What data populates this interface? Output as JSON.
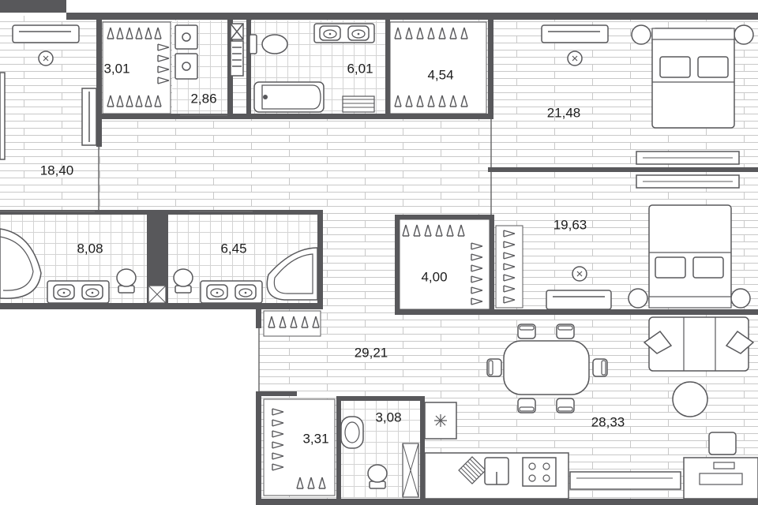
{
  "plan": {
    "rooms": [
      {
        "id": "living-hall",
        "area": "18,40"
      },
      {
        "id": "wardrobe-a",
        "area": "3,01"
      },
      {
        "id": "laundry",
        "area": "2,86"
      },
      {
        "id": "bath-top",
        "area": "6,01"
      },
      {
        "id": "wardrobe-b",
        "area": "4,54"
      },
      {
        "id": "bedroom-top",
        "area": "21,48"
      },
      {
        "id": "bath-left",
        "area": "8,08"
      },
      {
        "id": "bath-mid",
        "area": "6,45"
      },
      {
        "id": "wardrobe-c",
        "area": "4,00"
      },
      {
        "id": "bedroom-mid",
        "area": "19,63"
      },
      {
        "id": "corridor",
        "area": "29,21"
      },
      {
        "id": "kitchen-living",
        "area": "28,33"
      },
      {
        "id": "wardrobe-d",
        "area": "3,31"
      },
      {
        "id": "wc",
        "area": "3,08"
      }
    ],
    "colors": {
      "wall": "#58585b",
      "line": "#6a6a6c",
      "floor_line": "#c9c9c9",
      "tile": "#d4d4d4",
      "background": "#ffffff"
    }
  }
}
